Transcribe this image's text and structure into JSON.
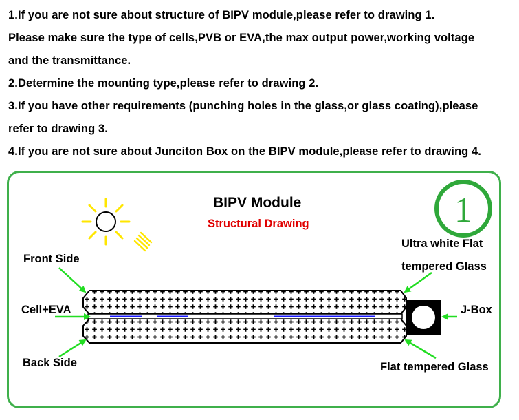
{
  "instructions": [
    "1.If you are not sure about structure of BIPV module,please refer to drawing 1.",
    "Please make sure the type of cells,PVB or EVA,the max output power,working voltage",
    "and the transmittance.",
    "2.Determine the mounting type,please refer to drawing 2.",
    "3.If you have other requirements (punching holes in the glass,or glass coating),please",
    "refer to drawing 3.",
    "4.If you are not sure about Junciton Box on the BIPV module,please refer to drawing 4."
  ],
  "diagram": {
    "title": "BIPV Module",
    "subtitle": "Structural Drawing",
    "drawing_number": "1",
    "labels": {
      "front_side": "Front Side",
      "cell_eva": "Cell+EVA",
      "back_side": "Back Side",
      "ultra_white_line1": "Ultra white Flat",
      "ultra_white_line2": "tempered Glass",
      "j_box": "J-Box",
      "flat_tempered": "Flat tempered Glass"
    },
    "colors": {
      "frame_green": "#3fb04b",
      "arrow_green": "#22dd22",
      "subtitle_red": "#e00000",
      "sun_yellow": "#ffe600",
      "cell_blue": "#1a1aff",
      "badge_green": "#2fa83a"
    },
    "icons": [
      "sun-icon",
      "sunlight-rays-icon",
      "junction-box-icon"
    ]
  }
}
